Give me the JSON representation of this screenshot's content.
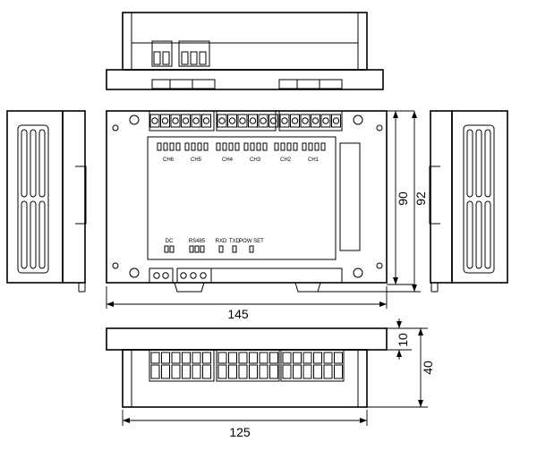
{
  "dimensions": {
    "width_front": "145",
    "height_outer": "92",
    "height_inner": "90",
    "flange": "10",
    "depth": "40",
    "width_bottom": "125"
  },
  "channels": [
    "CH6",
    "CH5",
    "CH4",
    "CH3",
    "CH2",
    "CH1"
  ],
  "indicators": {
    "dc": "DC",
    "rs485": "RS485",
    "rxd": "RXD",
    "txd": "TXD",
    "pow_set": "POW SET"
  }
}
